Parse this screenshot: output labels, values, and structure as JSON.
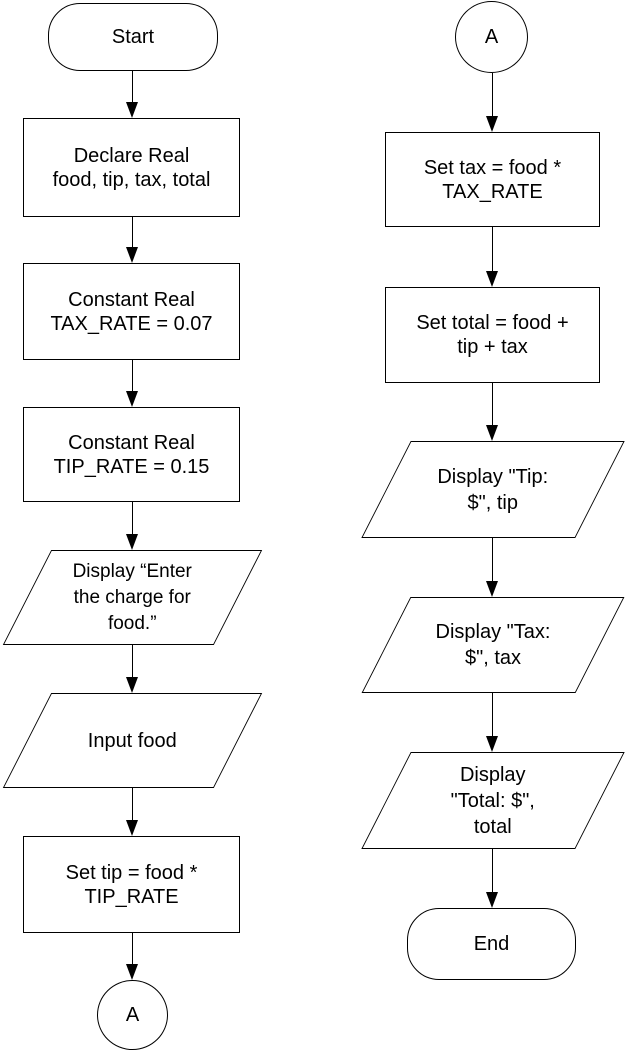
{
  "colors": {
    "stroke": "#000000",
    "fill": "#ffffff",
    "text": "#000000"
  },
  "left_column": {
    "start": {
      "type": "terminal",
      "label": "Start"
    },
    "declare": {
      "type": "process",
      "label": "Declare Real\nfood, tip, tax, total"
    },
    "const_tax": {
      "type": "process",
      "label": "Constant Real\nTAX_RATE = 0.07"
    },
    "const_tip": {
      "type": "process",
      "label": "Constant Real\nTIP_RATE = 0.15"
    },
    "display_prompt": {
      "type": "input-output",
      "label": "Display “Enter\nthe charge for\nfood.”"
    },
    "input_food": {
      "type": "input-output",
      "label": "Input food"
    },
    "set_tip": {
      "type": "process",
      "label": "Set tip = food *\nTIP_RATE"
    },
    "connector_a": {
      "type": "connector",
      "label": "A"
    }
  },
  "right_column": {
    "connector_a": {
      "type": "connector",
      "label": "A"
    },
    "set_tax": {
      "type": "process",
      "label": "Set tax = food *\nTAX_RATE"
    },
    "set_total": {
      "type": "process",
      "label": "Set total = food +\ntip + tax"
    },
    "display_tip": {
      "type": "input-output",
      "label": "Display \"Tip:\n$\", tip"
    },
    "display_tax": {
      "type": "input-output",
      "label": "Display \"Tax:\n$\", tax"
    },
    "display_total": {
      "type": "input-output",
      "label": "Display\n\"Total: $\",\ntotal"
    },
    "end": {
      "type": "terminal",
      "label": "End"
    }
  }
}
